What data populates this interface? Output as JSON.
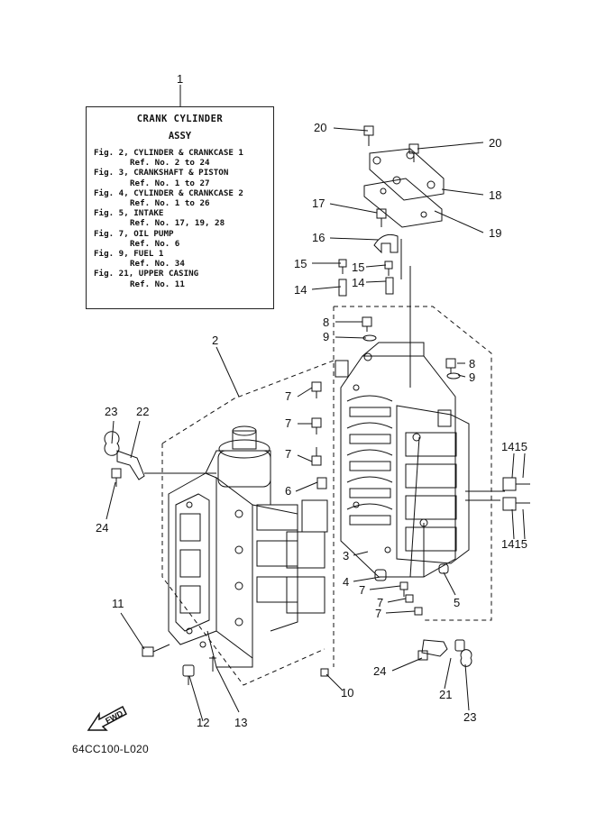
{
  "legend": {
    "number": "1",
    "title": "CRANK CYLINDER",
    "subtitle": "ASSY",
    "entries": [
      {
        "fig": "Fig. 2, CYLINDER & CRANKCASE 1",
        "ref": "Ref. No. 2 to 24"
      },
      {
        "fig": "Fig. 3, CRANKSHAFT & PISTON",
        "ref": "Ref. No. 1 to 27"
      },
      {
        "fig": "Fig. 4, CYLINDER & CRANKCASE 2",
        "ref": "Ref. No. 1 to 26"
      },
      {
        "fig": "Fig. 5, INTAKE",
        "ref": "Ref. No. 17, 19, 28"
      },
      {
        "fig": "Fig. 7, OIL PUMP",
        "ref": "Ref. No. 6"
      },
      {
        "fig": "Fig. 9, FUEL 1",
        "ref": "Ref. No. 34"
      },
      {
        "fig": "Fig. 21, UPPER CASING",
        "ref": "Ref. No. 11"
      }
    ]
  },
  "callouts": {
    "c2": "2",
    "c3": "3",
    "c4": "4",
    "c5": "5",
    "c6": "6",
    "c7a": "7",
    "c7b": "7",
    "c7c": "7",
    "c7d": "7",
    "c7e": "7",
    "c7f": "7",
    "c8a": "8",
    "c8b": "8",
    "c9a": "9",
    "c9b": "9",
    "c10": "10",
    "c11": "11",
    "c12": "12",
    "c13": "13",
    "c14a": "14",
    "c14b": "14",
    "c1415a": "1415",
    "c1415b": "1415",
    "c15a": "15",
    "c15b": "15",
    "c16": "16",
    "c17": "17",
    "c18": "18",
    "c19": "19",
    "c20a": "20",
    "c20b": "20",
    "c21": "21",
    "c22": "22",
    "c23a": "23",
    "c23b": "23",
    "c24a": "24",
    "c24b": "24"
  },
  "fwd_label": "FWD",
  "part_code": "64CC100-L020",
  "colors": {
    "ink": "#111111",
    "background": "#ffffff"
  }
}
